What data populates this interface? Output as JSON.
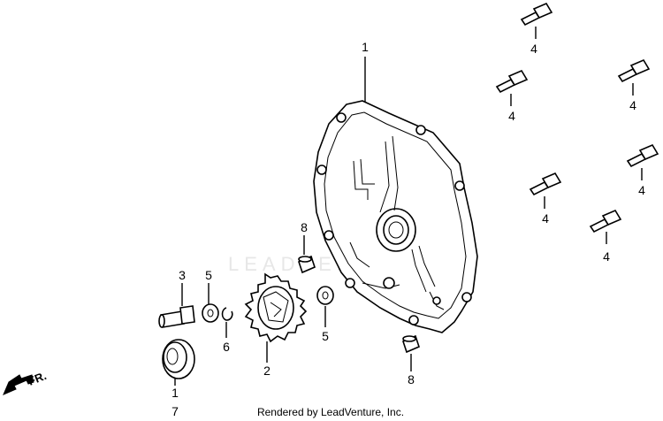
{
  "watermark": "LEADVENTURE",
  "credit": "Rendered by LeadVenture, Inc.",
  "direction": "FR.",
  "callouts": {
    "cover": "1",
    "bolt_a": "4",
    "bolt_b": "4",
    "bolt_c": "4",
    "bolt_d": "4",
    "bolt_e": "4",
    "bolt_f": "4",
    "dowel_upper": "8",
    "dowel_lower": "8",
    "shaft": "3",
    "washer_left": "5",
    "washer_right": "5",
    "clip": "6",
    "gear": "2",
    "seal_index": "1",
    "seal_ref": "7"
  }
}
